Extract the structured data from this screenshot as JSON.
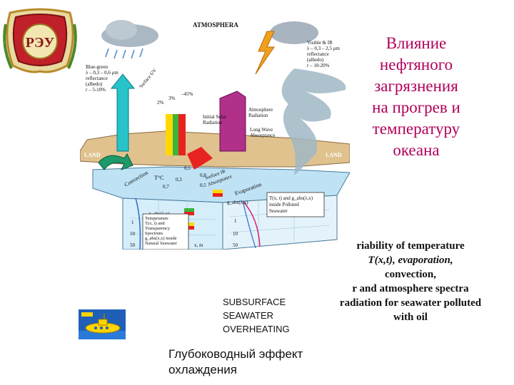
{
  "slide": {
    "title_lines": [
      "Влияние",
      "нефтяного",
      "загрязнения",
      "на прогрев и",
      "температуру",
      "океана"
    ],
    "right_text_lines": [
      "riability of temperature",
      "T(x,t), evaporation,",
      "convection,",
      "r and atmosphere spectra",
      "radiation for seawater polluted",
      "with oil"
    ],
    "subsurface_lines": [
      "SUBSURFACE",
      "SEAWATER",
      "OVERHEATING"
    ],
    "bottom_caption_lines": [
      "Глубоководный  эффект",
      "охлаждения"
    ],
    "colors": {
      "title": "#b0005a",
      "ocean": "#cfe9f7",
      "land": "#d9b98a",
      "accent_red": "#e8231f"
    }
  },
  "figure": {
    "atmosphere_label": "ATMOSPHERA",
    "visible_ir_text": [
      "Visible & IR",
      "λ – 0,3 – 2,5 μm",
      "reflectance",
      "(albedo)",
      "r – 10-20%"
    ],
    "blue_green_text": [
      "Blue-green",
      "λ – 0,3 – 0,6 μm",
      "reflectance",
      "(albedo)",
      "r – 5-10%"
    ],
    "surface_uv": "Surface UV",
    "pct_labels": [
      "2%",
      "3%",
      "–45%"
    ],
    "initial_solar": [
      "Initial Solar",
      "Radiation"
    ],
    "atmosphere_radiation": [
      "Atmosphere",
      "Radiation"
    ],
    "long_wave": [
      "Long Wave",
      "Absorptance"
    ],
    "land_labels": [
      "LAND",
      "LAND"
    ],
    "convection": "Convection",
    "tc": "T°C",
    "surface_ir": [
      "Surface IR",
      "Absorptance"
    ],
    "evaporation": "Evaporation",
    "small_values": [
      "0,5",
      "0,3",
      "0,8",
      "0,5",
      "0,7"
    ],
    "oil_box": [
      "T(x, t) and g_abs(λ,x)",
      "inside Polluted",
      "Seawater"
    ],
    "g_natural": "g_abs(λ,x)",
    "g_oil": "g_abs(λ,x)",
    "depth_ticks": [
      "1",
      "10",
      "50",
      "1",
      "10",
      "50"
    ],
    "legend_box": [
      "Temperature",
      "T(x, t) and",
      "Transparency",
      "Spectrum",
      "g_abs(λ,x) inside",
      "Natural Seawater"
    ],
    "x_label": "x, m"
  },
  "emblem": {
    "text": "РЭУ"
  }
}
